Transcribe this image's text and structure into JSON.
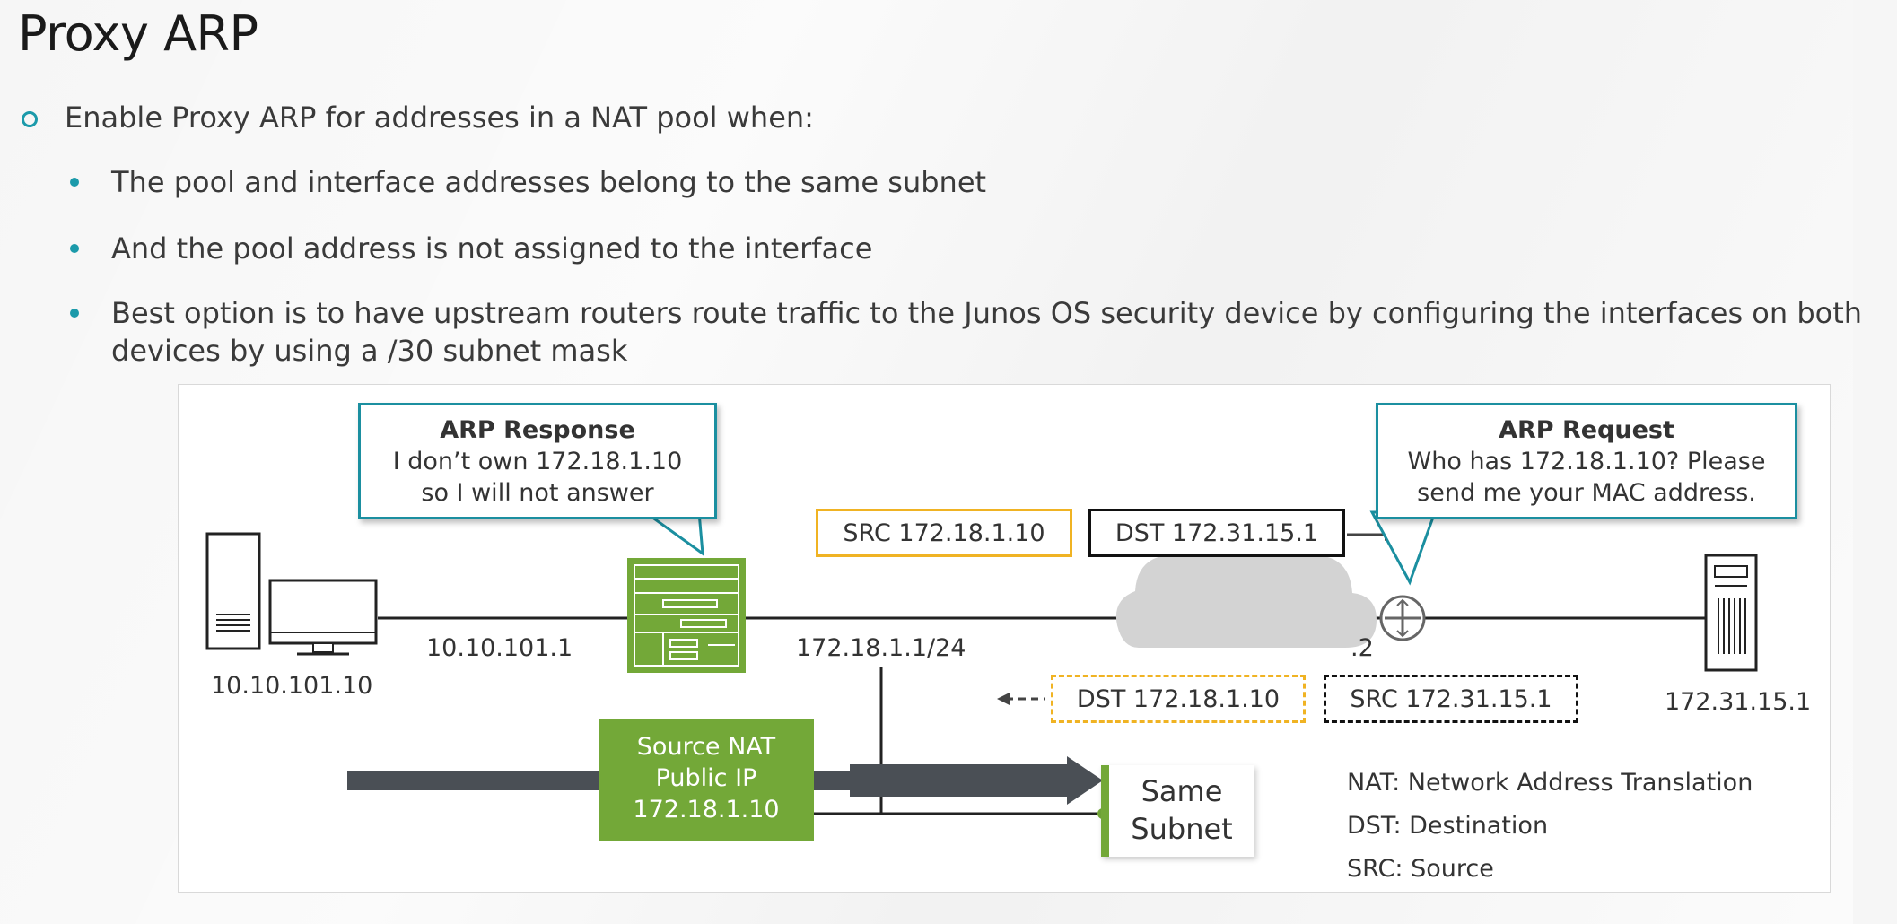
{
  "title": "Proxy ARP",
  "bullets": {
    "level1": "Enable Proxy ARP for addresses in a NAT pool when:",
    "level2": [
      "The pool and interface addresses belong to the same subnet",
      "And the pool address is not assigned to the interface",
      "Best option is to have upstream routers route traffic to the Junos OS security device by configuring the interfaces on both devices by using a /30 subnet mask"
    ]
  },
  "diagram": {
    "arp_response": {
      "heading": "ARP Response",
      "line1": "I don’t own 172.18.1.10",
      "line2": "so I will not answer"
    },
    "arp_request": {
      "heading": "ARP Request",
      "line1": "Who has 172.18.1.10? Please",
      "line2": "send me your MAC address."
    },
    "packet_out": {
      "src": "SRC 172.18.1.10",
      "dst": "DST 172.31.15.1"
    },
    "packet_in": {
      "dst": "DST 172.18.1.10",
      "src": "SRC 172.31.15.1"
    },
    "labels": {
      "host_ip": "10.10.101.10",
      "gateway_ip": "10.10.101.1",
      "interface_ip": "172.18.1.1/24",
      "router_suffix": ".2",
      "server_ip": "172.31.15.1"
    },
    "source_nat": {
      "line1": "Source NAT",
      "line2": "Public IP",
      "line3": "172.18.1.10"
    },
    "same_subnet": {
      "line1": "Same",
      "line2": "Subnet"
    },
    "legend": [
      "NAT: Network Address Translation",
      "DST: Destination",
      "SRC: Source"
    ],
    "colors": {
      "teal": "#1b8fa0",
      "green": "#73a838",
      "yellow": "#f0b323",
      "dark_arrow": "#4a4f55"
    },
    "icons": [
      "desktop-computer-icon",
      "srx-device-icon",
      "router-icon",
      "cloud-icon",
      "server-icon"
    ]
  }
}
